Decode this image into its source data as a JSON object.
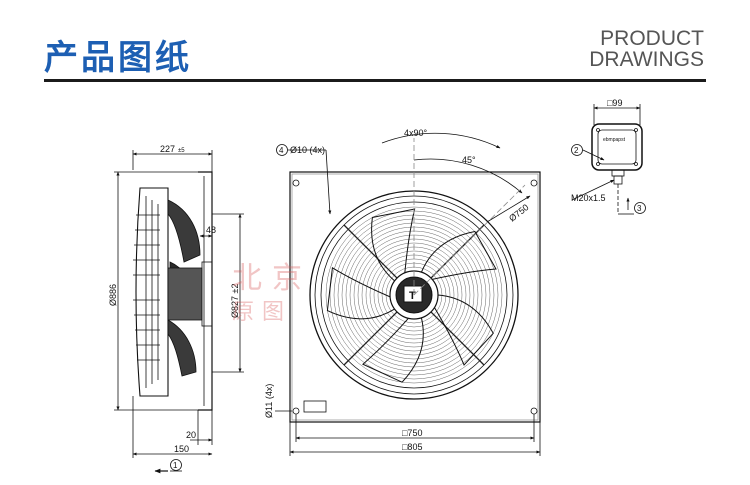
{
  "header": {
    "title_cn": "产品图纸",
    "title_en_line1": "PRODUCT",
    "title_en_line2": "DRAWINGS"
  },
  "side_view": {
    "dim_227": "227",
    "dim_227_tol": "±5",
    "dim_48": "48",
    "dim_886": "Ø886",
    "dim_827": "Ø827 ±2",
    "dim_20": "20",
    "dim_150": "150",
    "callout_1": "1"
  },
  "front_view": {
    "callout_4": "4",
    "hole_label": "Ø10 (4x)",
    "angle_4x90": "4x90°",
    "angle_45": "45°",
    "dim_750_diag": "Ø750",
    "dim_11": "Ø11 (4x)",
    "dim_square_750": "□750",
    "dim_square_805": "□805"
  },
  "box_view": {
    "dim_99": "□99",
    "callout_2": "2",
    "callout_3": "3",
    "gland": "M20x1.5",
    "brand": "ebmpapst"
  },
  "watermark": {
    "line1": "北京",
    "line2": "原图"
  },
  "colors": {
    "title_blue": "#1d5fb3",
    "rule": "#1b1b1b",
    "line": "#111111"
  }
}
